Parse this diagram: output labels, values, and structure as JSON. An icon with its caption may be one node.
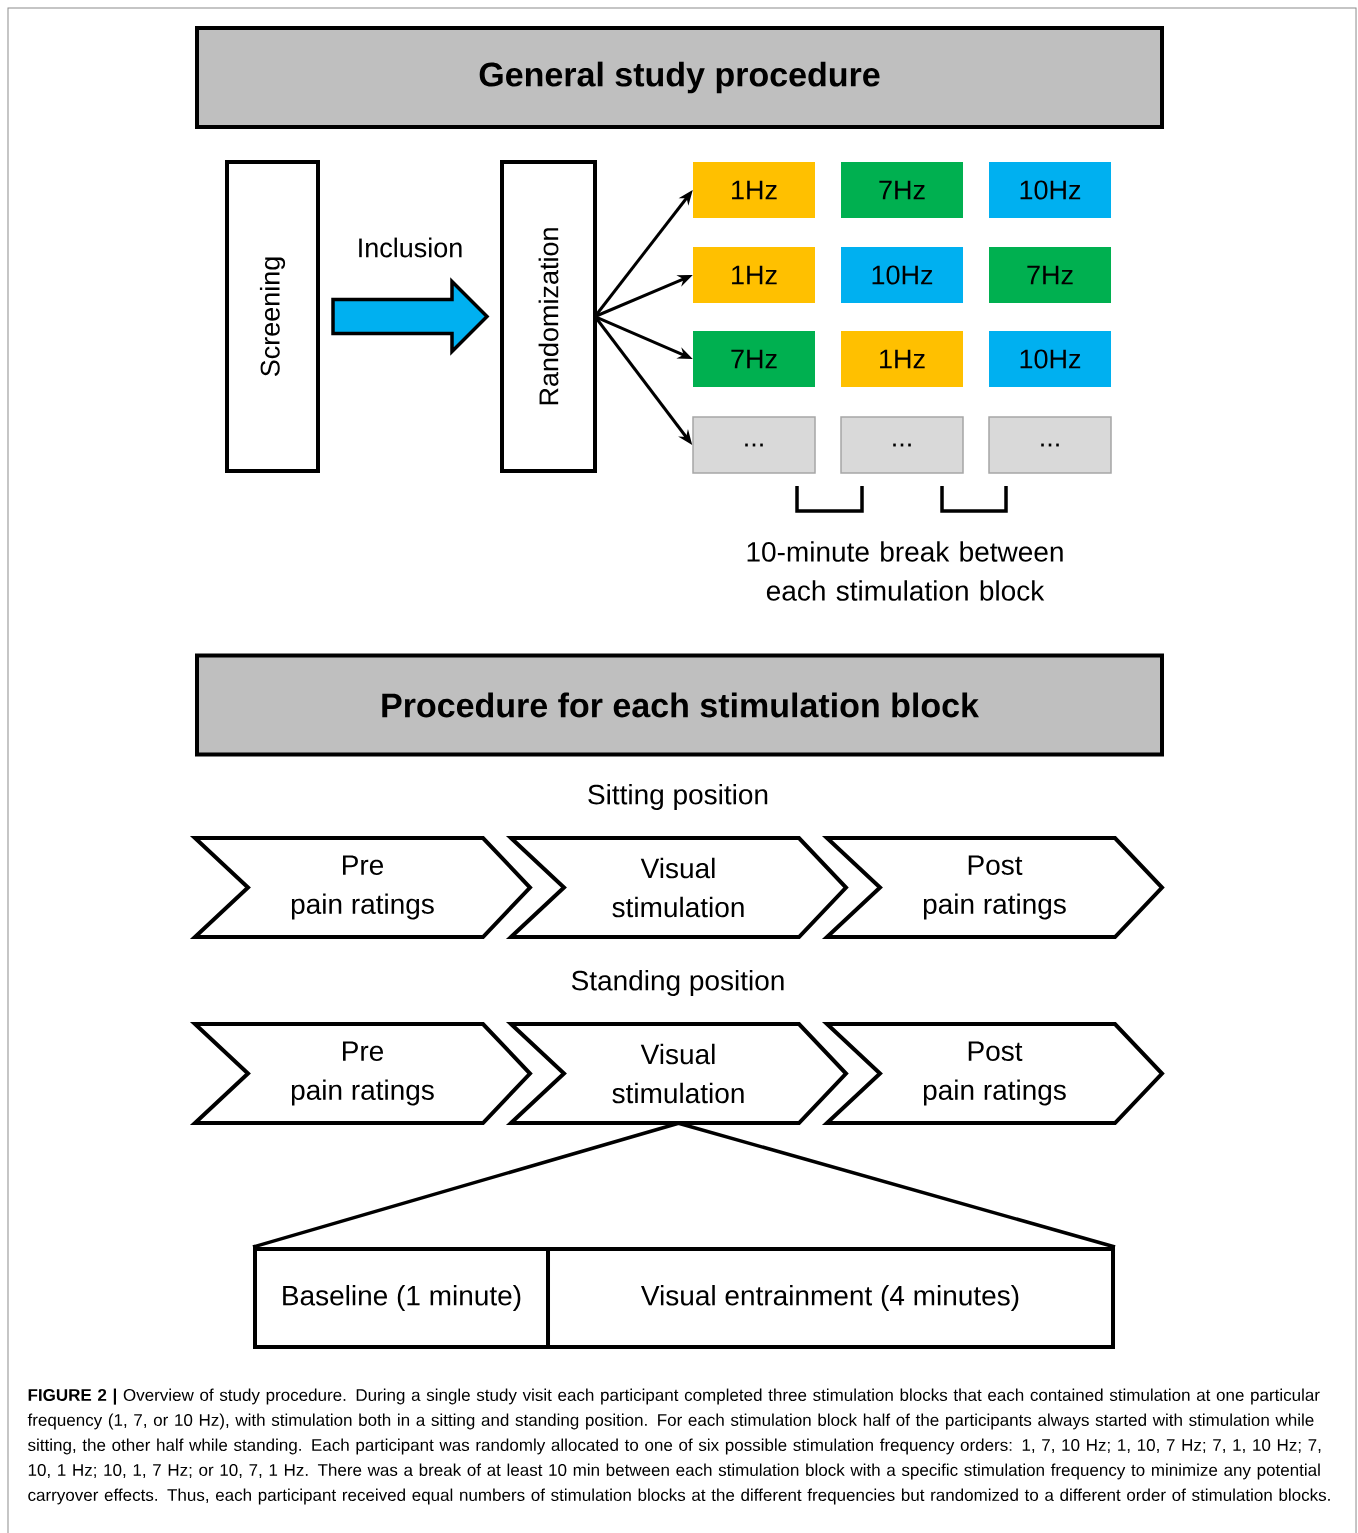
{
  "diagram": {
    "caption": "**FIGURE 2 |** Overview of study procedure. During a single study visit each participant completed three stimulation blocks that each contained stimulation at one particular frequency (1, 7, or 10 Hz), with stimulation both in a sitting and standing position. For each stimulation block half of the participants always started with stimulation while sitting, the other half while standing. Each participant was randomly allocated to one of six possible stimulation frequency orders: 1, 7, 10 Hz; 1, 10, 7 Hz; 7, 1, 10 Hz; 7, 10, 1 Hz; 10, 1, 7 Hz; or 10, 7, 1 Hz. There was a break of at least 10 min between each stimulation block with a specific stimulation frequency to minimize any potential carryover effects. Thus, each participant received equal numbers of stimulation blocks at the different frequencies but randomized to a different order of stimulation blocks.",
    "nodes": [
      {
        "text": [
          "General study procedure"
        ]
      },
      {
        "text": [
          "Screening"
        ]
      },
      {
        "text": [
          "Randomization"
        ]
      },
      {
        "text": [
          "1Hz"
        ]
      },
      {
        "text": [
          "7Hz"
        ]
      },
      {
        "text": [
          "10Hz"
        ]
      },
      {
        "text": [
          "1Hz"
        ]
      },
      {
        "text": [
          "10Hz"
        ]
      },
      {
        "text": [
          "7Hz"
        ]
      },
      {
        "text": [
          "7Hz"
        ]
      },
      {
        "text": [
          "1Hz"
        ]
      },
      {
        "text": [
          "10Hz"
        ]
      },
      {
        "text": [
          "..."
        ]
      },
      {
        "text": [
          "..."
        ]
      },
      {
        "text": [
          "..."
        ]
      },
      {
        "text": [
          "Procedure for each stimulation block"
        ]
      },
      {
        "text": [
          "Pre",
          "pain ratings"
        ]
      },
      {
        "text": [
          "Visual",
          "stimulation"
        ]
      },
      {
        "text": [
          "Post",
          "pain ratings"
        ]
      },
      {
        "text": [
          "Pre",
          "pain ratings"
        ]
      },
      {
        "text": [
          "Visual",
          "stimulation"
        ]
      },
      {
        "text": [
          "Post",
          "pain ratings"
        ]
      },
      {
        "text": [
          "Baseline (1 minute)"
        ]
      },
      {
        "text": [
          "Visual entrainment (4 minutes)"
        ]
      }
    ],
    "edges": [
      {
        "from": 1,
        "to": 2,
        "arrow": "to",
        "label": "Inclusion",
        "style": "thick",
        "color": "#00b0f0"
      },
      {
        "from": 2,
        "to": 3,
        "arrow": "to"
      },
      {
        "from": 2,
        "to": 6,
        "arrow": "to"
      },
      {
        "from": 2,
        "to": 9,
        "arrow": "to"
      },
      {
        "from": 2,
        "to": 12,
        "arrow": "to"
      },
      {
        "from": 20,
        "to": 22,
        "arrow": "none"
      },
      {
        "from": 20,
        "to": 23,
        "arrow": "none"
      }
    ],
    "labels": [
      "10-minute break between each stimulation block",
      "Sitting position",
      "Standing position"
    ]
  }
}
